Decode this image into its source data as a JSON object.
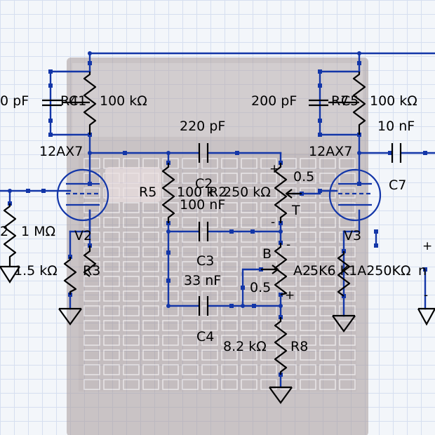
{
  "labels": {
    "c1_val": "0 pF",
    "r1_name": "R4",
    "r1_over": "C1",
    "r1_val": "100 kΩ",
    "c2_val_top": "220 pF",
    "c2_name": "C2",
    "c2_val": "100 nF",
    "r5_name": "R5",
    "r5_val": "100 k",
    "pot_name": "R2",
    "pot_val": "250 kΩ",
    "pot_pos": "0.5",
    "pot_t": "T",
    "c3_name": "C3",
    "c3_val": "33 nF",
    "pot2_b": "B",
    "pot2_pos": "0.5",
    "pot2_name": "A2",
    "pot2_overlap": "5K6 K1A250KΩ",
    "c4_name": "C4",
    "r8_val": "8.2 kΩ",
    "r8_name": "R8",
    "tube_v2_type": "12AX7",
    "tube_v2_name": "V2",
    "r_grid_val": "1 MΩ",
    "r_grid_left": "2",
    "r3_val": "1.5 kΩ",
    "r3_name": "R3",
    "c5_val": "200 pF",
    "r6_name": "R7",
    "r6_over": "C5",
    "r6_val": "100 kΩ",
    "c7_val": "10 nF",
    "c7_name": "C7",
    "tube_v3_type": "12AX7",
    "tube_v3_name": "V3",
    "right_val": "n",
    "plus1": "+",
    "minus1": "-",
    "plus2": "+",
    "minus2": "-",
    "plus3": "+",
    "minus3": "-"
  },
  "colors": {
    "wire": "#1336a8",
    "component": "#000000",
    "grid": "#d6dff0",
    "background": "#f3f6fa",
    "amp_body": "#8a7f7f"
  }
}
